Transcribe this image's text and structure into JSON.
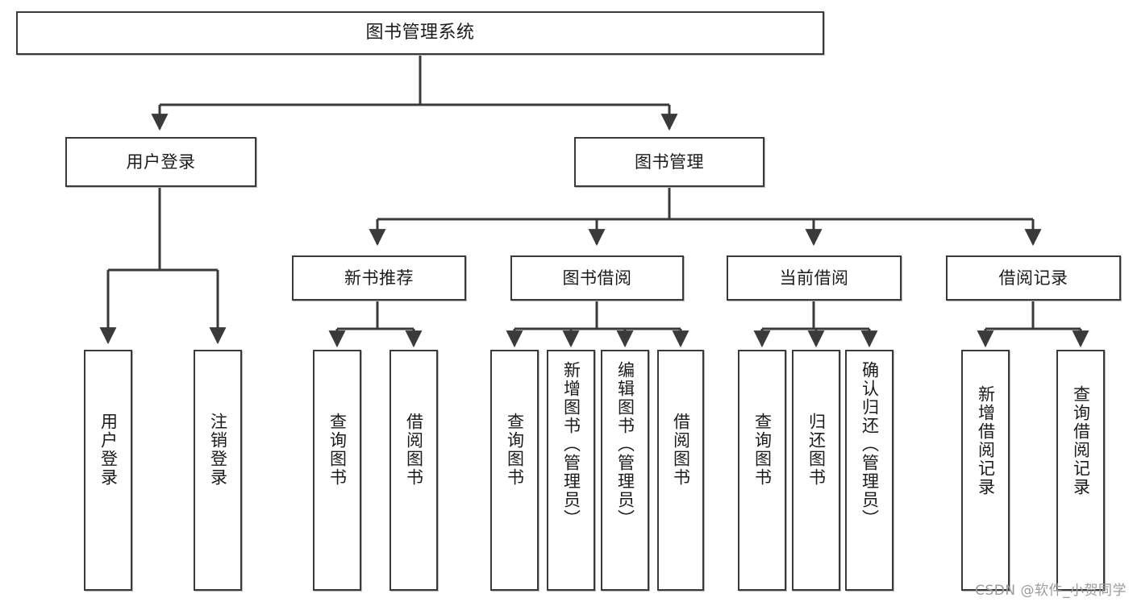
{
  "diagram": {
    "title": "图书管理系统",
    "type": "tree-hierarchy-diagram",
    "colors": {
      "box_border": "#3a3a3a",
      "box_fill": "#ffffff",
      "line": "#3a3a3a",
      "text": "#1b1b1b",
      "watermark": "#9a9a9a"
    },
    "root": {
      "label": "图书管理系统"
    },
    "level2": [
      {
        "label": "用户登录"
      },
      {
        "label": "图书管理"
      }
    ],
    "level3": [
      {
        "label": "新书推荐"
      },
      {
        "label": "图书借阅"
      },
      {
        "label": "当前借阅"
      },
      {
        "label": "借阅记录"
      }
    ],
    "leaves": [
      {
        "label": "用户登录"
      },
      {
        "label": "注销登录"
      },
      {
        "label": "查询图书"
      },
      {
        "label": "借阅图书"
      },
      {
        "label": "查询图书"
      },
      {
        "label": "新增图书（管理员）"
      },
      {
        "label": "编辑图书（管理员）"
      },
      {
        "label": "借阅图书"
      },
      {
        "label": "查询图书"
      },
      {
        "label": "归还图书"
      },
      {
        "label": "确认归还（管理员）"
      },
      {
        "label": "新增借阅记录"
      },
      {
        "label": "查询借阅记录"
      }
    ]
  },
  "watermark": {
    "text": "CSDN @软件_小贺同学"
  }
}
